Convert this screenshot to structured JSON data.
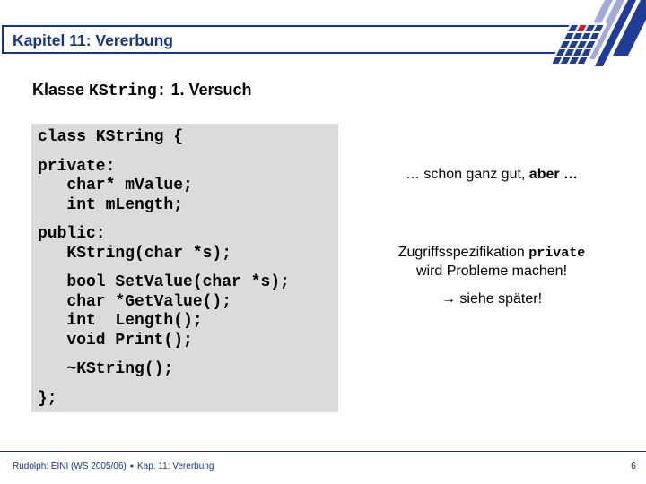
{
  "colors": {
    "navy": "#17348C",
    "logo_blue": "#1F3C96",
    "logo_lavender": "#A2AAD8",
    "logo_red": "#C9202E",
    "code_background": "#DBDBDB",
    "body_text": "#000000"
  },
  "header": {
    "title": "Kapitel 11: Vererbung"
  },
  "logo": {
    "name": "tu-dortmund-logo",
    "grid_rows": 5,
    "grid_cols": 4,
    "accent_row": 0,
    "accent_col": 1
  },
  "title": {
    "prefix": "Klasse ",
    "code": "KString:",
    "suffix": " 1. Versuch"
  },
  "code_block": {
    "lines": [
      {
        "text": "class KString {",
        "gap": false
      },
      {
        "text": "private:",
        "gap": true
      },
      {
        "text": "   char* mValue;",
        "gap": false
      },
      {
        "text": "   int mLength;",
        "gap": false
      },
      {
        "text": "public:",
        "gap": true
      },
      {
        "text": "   KString(char *s);",
        "gap": false
      },
      {
        "text": "   bool SetValue(char *s);",
        "gap": true
      },
      {
        "text": "   char *GetValue();",
        "gap": false
      },
      {
        "text": "   int  Length();",
        "gap": false
      },
      {
        "text": "   void Print();",
        "gap": false
      },
      {
        "text": "   ~KString();",
        "gap": true
      },
      {
        "text": "};",
        "gap": true
      }
    ]
  },
  "annotations": {
    "note1_normal": "… schon ganz gut, ",
    "note1_bold": "aber …",
    "note2_text": "Zugriffsspezifikation ",
    "note2_code": "private",
    "note2_line2": "wird Probleme machen!",
    "note3": "→ siehe später!"
  },
  "footer": {
    "left": "Rudolph: EINI (WS 2005/06)",
    "separator": "●",
    "right": "Kap. 11: Vererbung",
    "page": "6"
  }
}
